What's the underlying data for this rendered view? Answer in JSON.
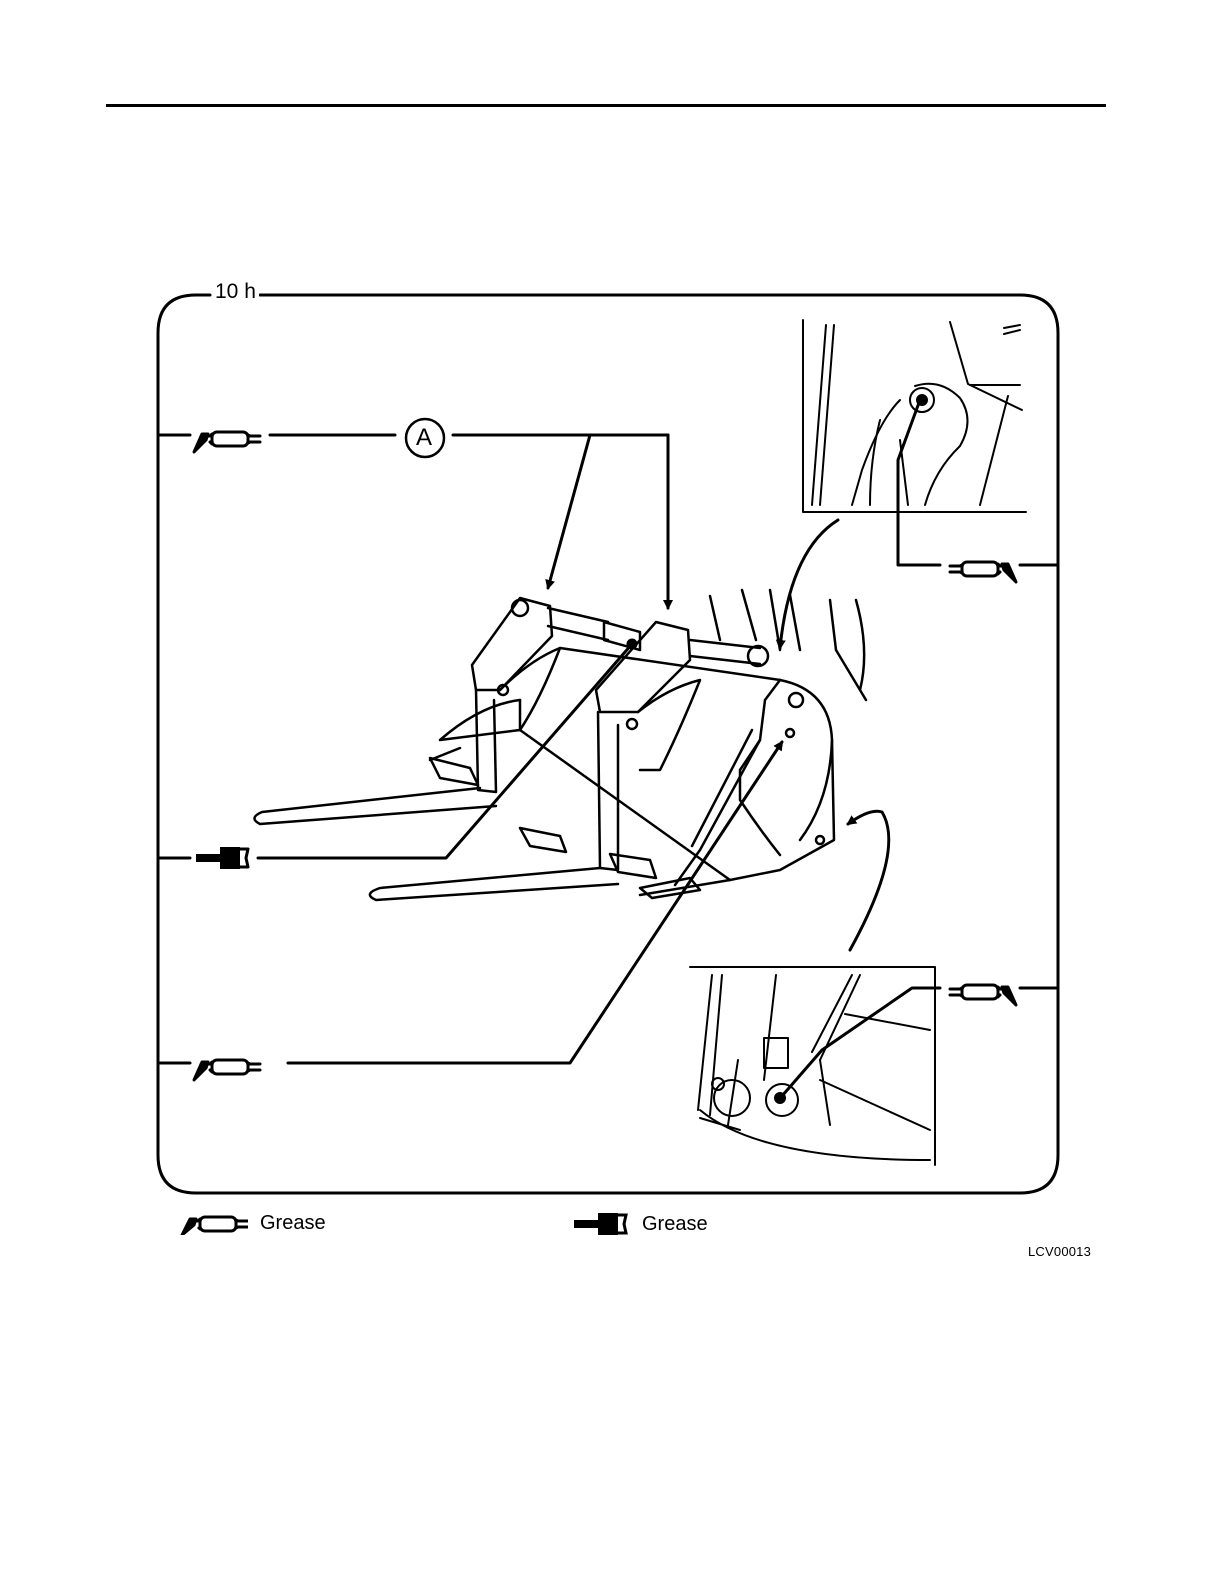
{
  "figure": {
    "interval": "10 h",
    "callout": "A",
    "code": "LCV00013"
  },
  "legend": [
    {
      "icon": "grease-gun-icon",
      "label": "Grease"
    },
    {
      "icon": "grease-nipple-icon",
      "label": "Grease"
    }
  ]
}
